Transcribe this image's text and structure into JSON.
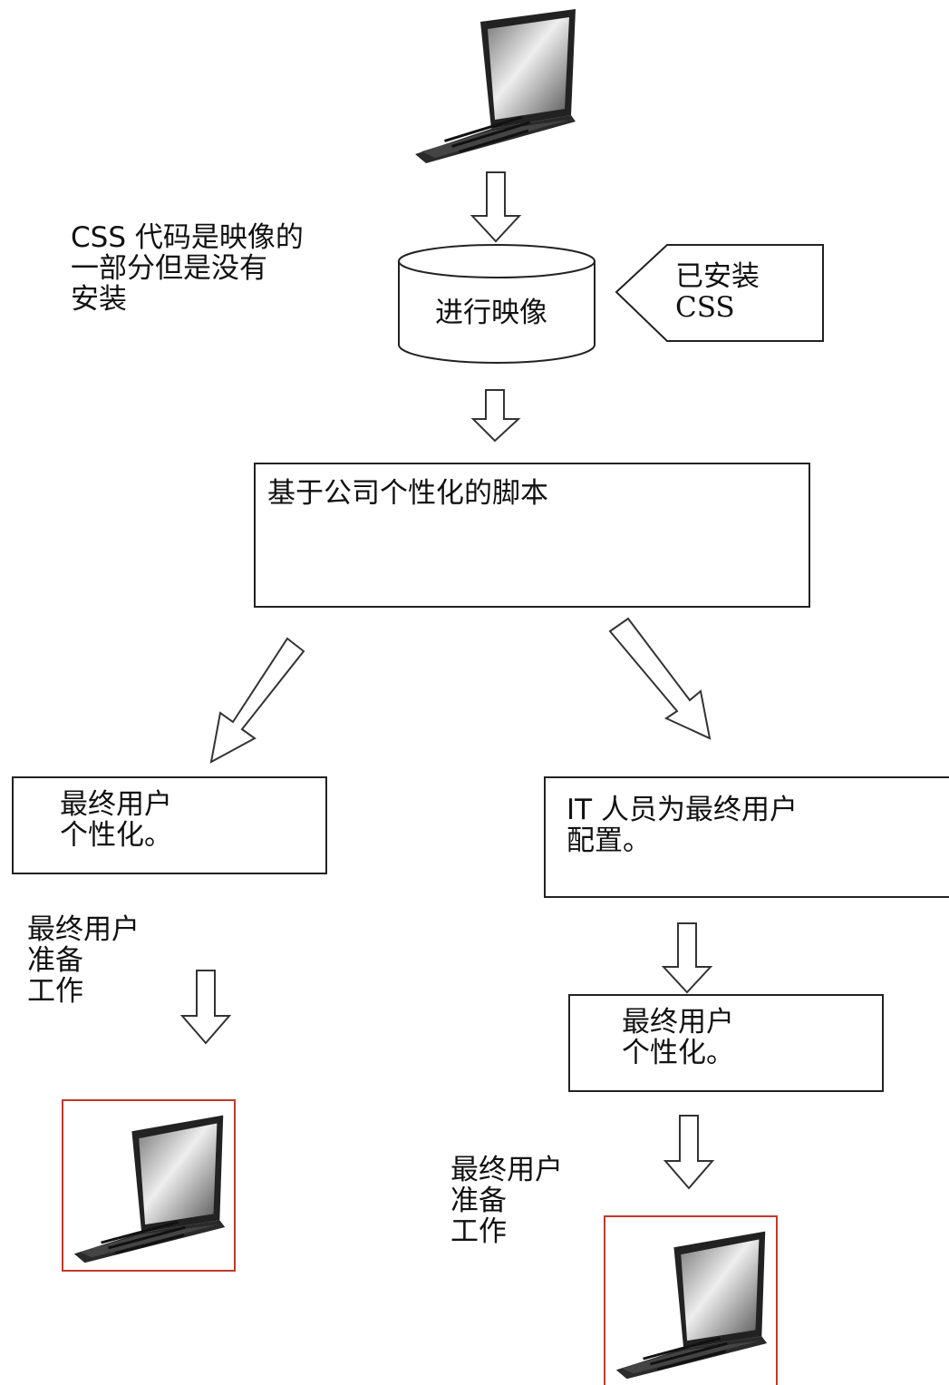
{
  "note_css": "CSS 代码是映像的\n一部分但是没有\n安装",
  "imaging_label": "进行映像",
  "installed_css_label": "已安装\nCSS",
  "script_box_label": "基于公司个性化的脚本",
  "left_branch": {
    "personalize_label": "最终用户\n个性化。",
    "ready_label": "最终用户\n准备\n工作"
  },
  "right_branch": {
    "it_config_label": "IT 人员为最终用户\n配置。",
    "personalize_label": "最终用户\n个性化。",
    "ready_label": "最终用户\n准备\n工作"
  },
  "icons": {
    "source_laptop": "laptop-icon",
    "left_laptop": "laptop-icon",
    "right_laptop": "laptop-icon"
  },
  "colors": {
    "frame_red": "#c0392b",
    "stroke": "#222222"
  }
}
